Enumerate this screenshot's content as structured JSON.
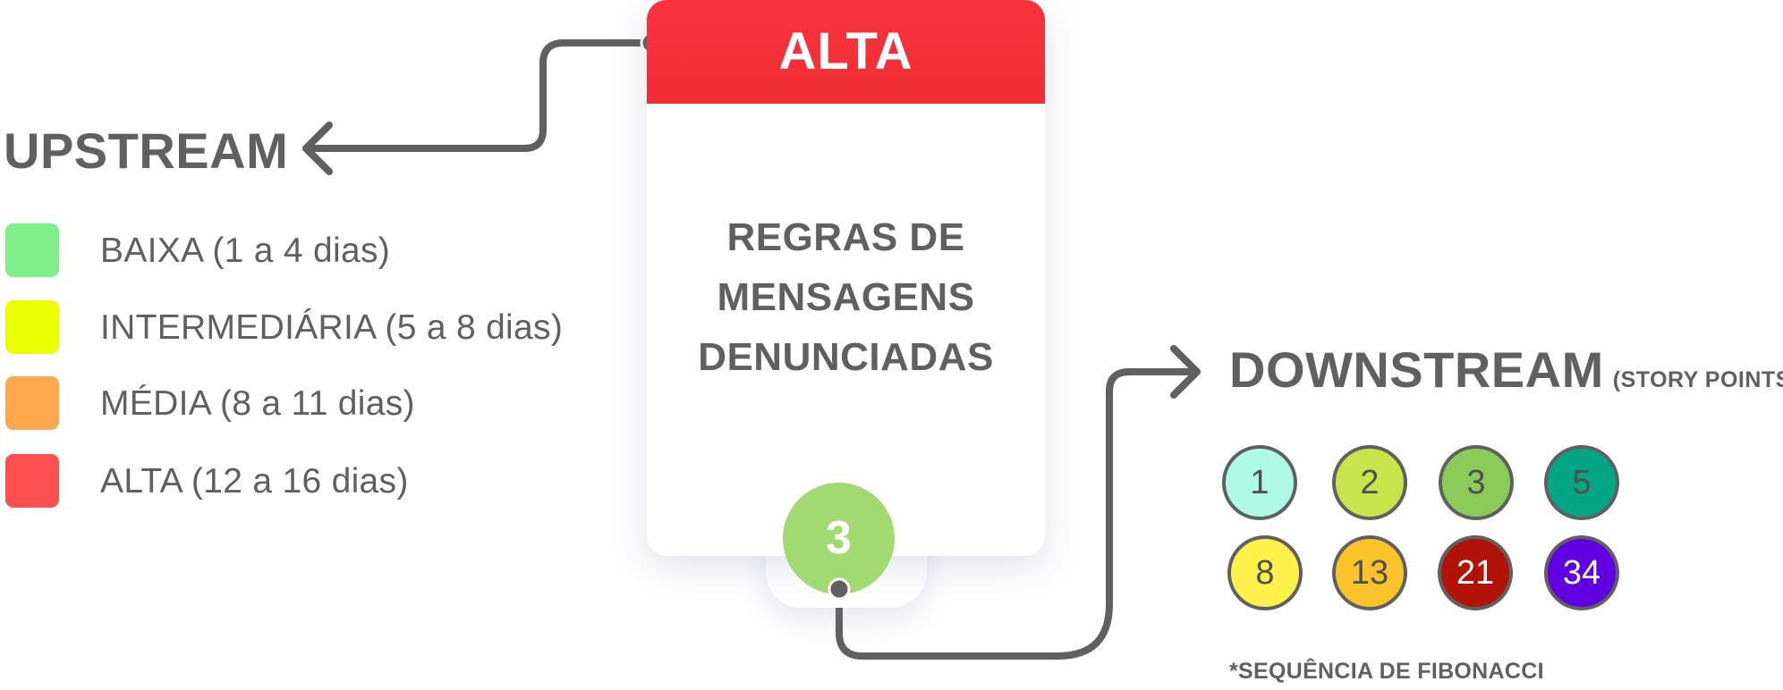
{
  "card": {
    "priority_label": "ALTA",
    "title_lines": [
      "REGRAS DE",
      "MENSAGENS",
      "DENUNCIADAS"
    ],
    "points": "3",
    "header_color": "#f4323a",
    "points_color": "#a3d971"
  },
  "upstream": {
    "title": "UPSTREAM",
    "items": [
      {
        "label": "BAIXA (1 a 4 dias)",
        "color": "#80ef8a"
      },
      {
        "label": "INTERMEDIÁRIA (5 a 8 dias)",
        "color": "#eaff00"
      },
      {
        "label": "MÉDIA (8 a 11 dias)",
        "color": "#ffa84e"
      },
      {
        "label": "ALTA (12 a 16 dias)",
        "color": "#fe5050"
      }
    ]
  },
  "downstream": {
    "title": "DOWNSTREAM",
    "subtitle": "(STORY POINTS)",
    "points": [
      {
        "value": "1",
        "color": "#aefae5"
      },
      {
        "value": "2",
        "color": "#c9e34a"
      },
      {
        "value": "3",
        "color": "#8bcb58"
      },
      {
        "value": "5",
        "color": "#01a785"
      },
      {
        "value": "8",
        "color": "#fff14c"
      },
      {
        "value": "13",
        "color": "#fac32a"
      },
      {
        "value": "21",
        "color": "#b11309"
      },
      {
        "value": "34",
        "color": "#6000e0"
      }
    ],
    "note": "*SEQUÊNCIA DE FIBONACCI"
  }
}
